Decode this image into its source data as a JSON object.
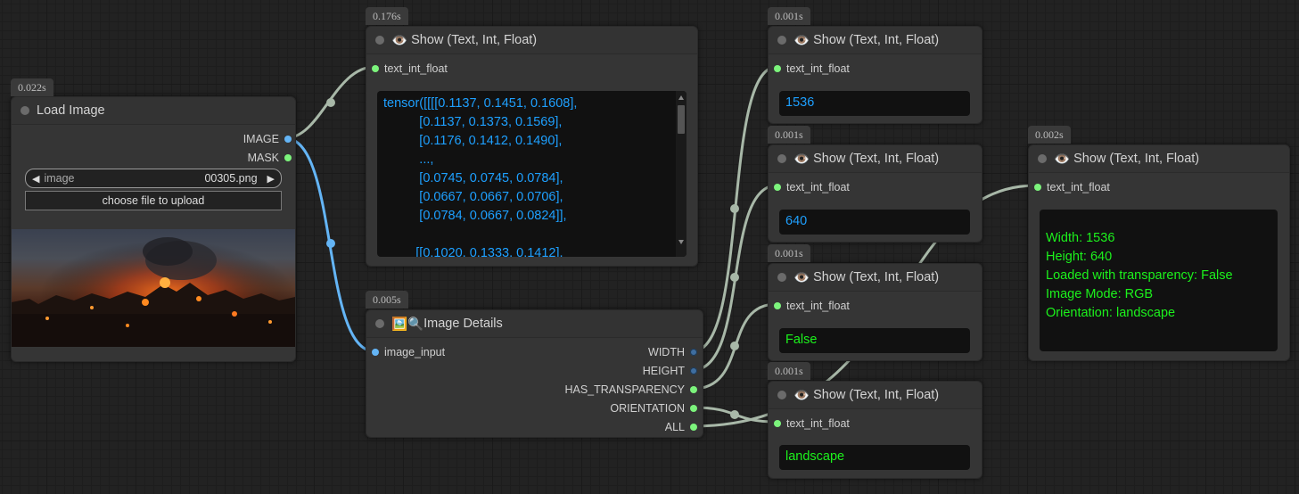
{
  "nodes": {
    "load_image": {
      "time": "0.022s",
      "title": "Load Image",
      "outputs": [
        "IMAGE",
        "MASK"
      ],
      "image_widget": {
        "label": "image",
        "value": "00305.png"
      },
      "upload_label": "choose file to upload"
    },
    "show_tensor": {
      "time": "0.176s",
      "title": "Show (Text, Int, Float)",
      "input": "text_int_float",
      "text": "tensor([[[[0.1137, 0.1451, 0.1608],\n          [0.1137, 0.1373, 0.1569],\n          [0.1176, 0.1412, 0.1490],\n          ...,\n          [0.0745, 0.0745, 0.0784],\n          [0.0667, 0.0667, 0.0706],\n          [0.0784, 0.0667, 0.0824]],\n\n         [[0.1020, 0.1333, 0.1412],"
    },
    "image_details": {
      "time": "0.005s",
      "icons": "🖼️🔍",
      "title": "Image Details",
      "input": "image_input",
      "outputs": [
        "WIDTH",
        "HEIGHT",
        "HAS_TRANSPARENCY",
        "ORIENTATION",
        "ALL"
      ]
    },
    "show_width": {
      "time": "0.001s",
      "title": "Show (Text, Int, Float)",
      "input": "text_int_float",
      "text": "1536"
    },
    "show_height": {
      "time": "0.001s",
      "title": "Show (Text, Int, Float)",
      "input": "text_int_float",
      "text": "640"
    },
    "show_transparency": {
      "time": "0.001s",
      "title": "Show (Text, Int, Float)",
      "input": "text_int_float",
      "text": "False"
    },
    "show_orientation": {
      "time": "0.001s",
      "title": "Show (Text, Int, Float)",
      "input": "text_int_float",
      "text": "landscape"
    },
    "show_all": {
      "time": "0.002s",
      "title": "Show (Text, Int, Float)",
      "input": "text_int_float",
      "text": "Width: 1536\nHeight: 640\nLoaded with transparency: False\nImage Mode: RGB\nOrientation: landscape"
    }
  },
  "colors": {
    "canvas": "#222222",
    "node_body": "#353535",
    "wire_image": "#64b5f6",
    "wire_generic": "#a8b8a8",
    "text_blue": "#1ea0ff",
    "text_green": "#1cf21c",
    "pin_green": "#7cf47c"
  }
}
